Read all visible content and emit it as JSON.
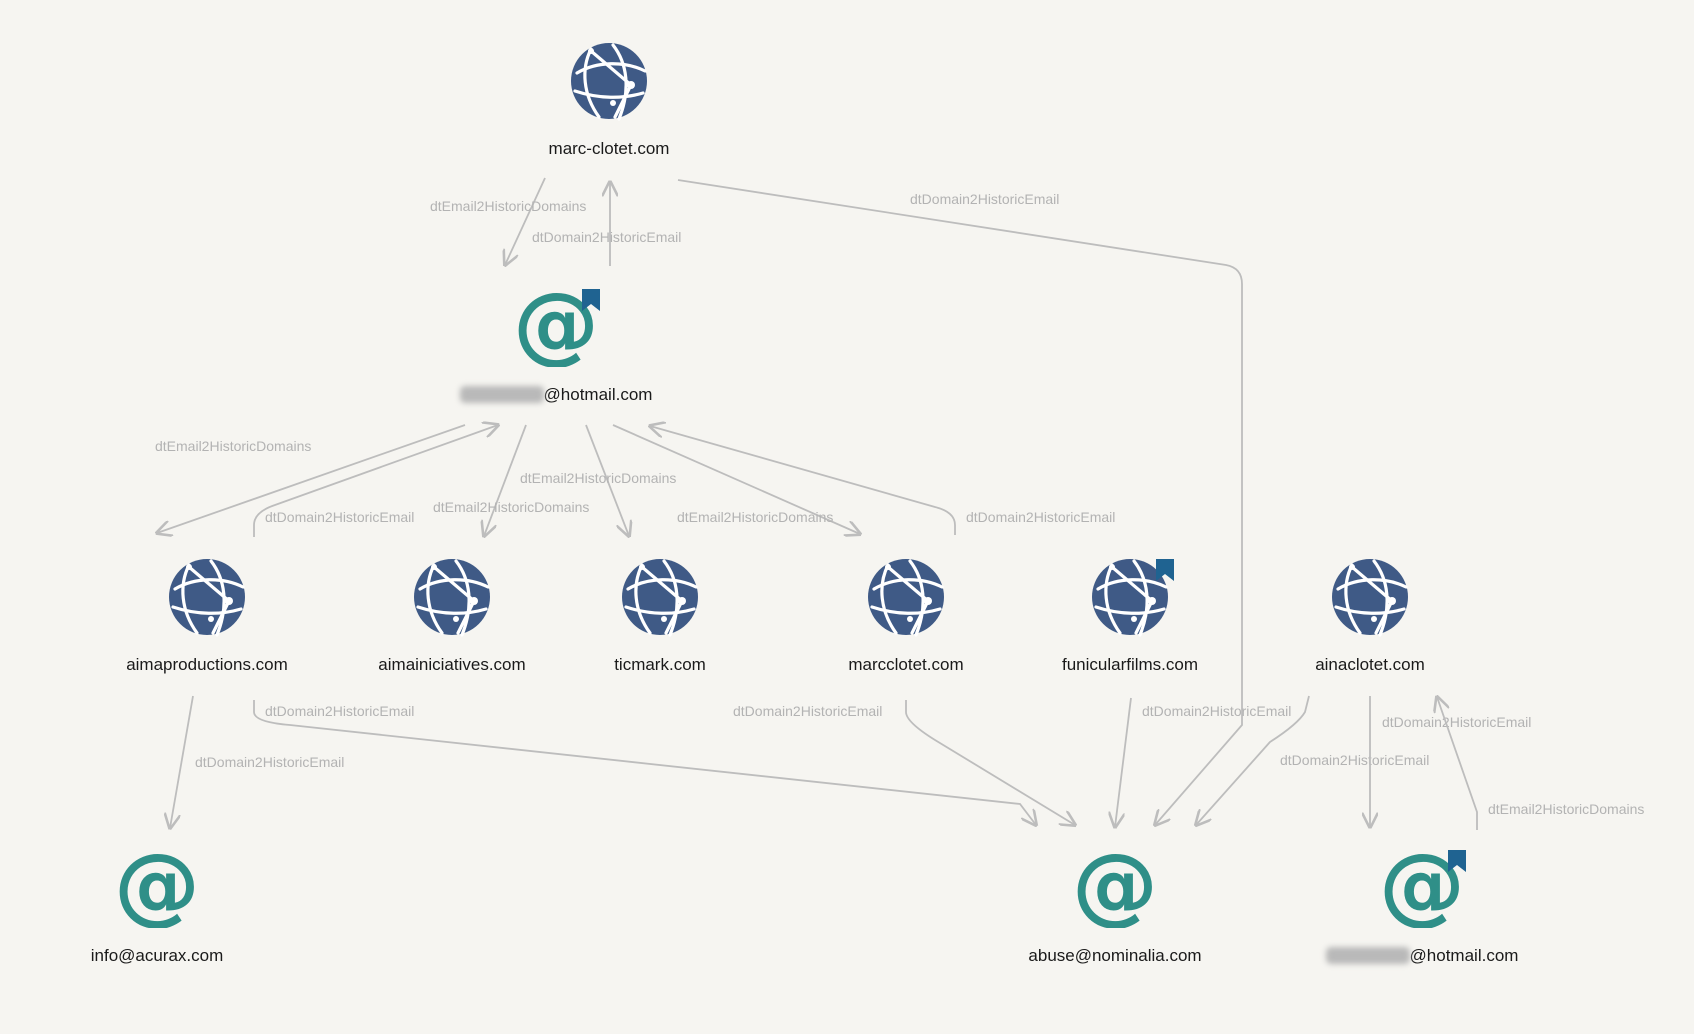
{
  "colors": {
    "globe": "#3f5a86",
    "at": "#2f8f88",
    "bookmark": "#1f6391",
    "edge": "#bdbdbd",
    "edge_label": "#b3b3b3"
  },
  "nodes": [
    {
      "id": "marc_clotet",
      "type": "domain",
      "icon": "globe-icon",
      "label": "marc-clotet.com"
    },
    {
      "id": "hotmail1",
      "type": "email",
      "icon": "at-icon",
      "label": "@hotmail.com",
      "redacted": true,
      "bookmarked": true
    },
    {
      "id": "aimaproductions",
      "type": "domain",
      "icon": "globe-icon",
      "label": "aimaproductions.com"
    },
    {
      "id": "aimainiciatives",
      "type": "domain",
      "icon": "globe-icon",
      "label": "aimainiciatives.com"
    },
    {
      "id": "ticmark",
      "type": "domain",
      "icon": "globe-icon",
      "label": "ticmark.com"
    },
    {
      "id": "marcclotet",
      "type": "domain",
      "icon": "globe-icon",
      "label": "marcclotet.com"
    },
    {
      "id": "funicularfilms",
      "type": "domain",
      "icon": "globe-icon",
      "label": "funicularfilms.com",
      "bookmarked": true
    },
    {
      "id": "ainaclotet",
      "type": "domain",
      "icon": "globe-icon",
      "label": "ainaclotet.com"
    },
    {
      "id": "acurax",
      "type": "email",
      "icon": "at-icon",
      "label": "info@acurax.com"
    },
    {
      "id": "nominalia",
      "type": "email",
      "icon": "at-icon",
      "label": "abuse@nominalia.com"
    },
    {
      "id": "hotmail2",
      "type": "email",
      "icon": "at-icon",
      "label": "@hotmail.com",
      "redacted": true,
      "bookmarked": true
    }
  ],
  "edges": [
    {
      "from": "marc_clotet",
      "to": "hotmail1",
      "label": "dtEmail2HistoricDomains"
    },
    {
      "from": "hotmail1",
      "to": "marc_clotet",
      "label": "dtDomain2HistoricEmail"
    },
    {
      "from": "marc_clotet",
      "to": "nominalia",
      "label": "dtDomain2HistoricEmail"
    },
    {
      "from": "hotmail1",
      "to": "aimaproductions",
      "label": "dtEmail2HistoricDomains"
    },
    {
      "from": "aimaproductions",
      "to": "hotmail1",
      "label": "dtDomain2HistoricEmail"
    },
    {
      "from": "hotmail1",
      "to": "aimainiciatives",
      "label": "dtEmail2HistoricDomains"
    },
    {
      "from": "hotmail1",
      "to": "ticmark",
      "label": "dtEmail2HistoricDomains"
    },
    {
      "from": "hotmail1",
      "to": "marcclotet",
      "label": "dtEmail2HistoricDomains"
    },
    {
      "from": "marcclotet",
      "to": "hotmail1",
      "label": "dtDomain2HistoricEmail"
    },
    {
      "from": "aimaproductions",
      "to": "acurax",
      "label": "dtDomain2HistoricEmail"
    },
    {
      "from": "aimaproductions",
      "to": "nominalia",
      "label": "dtDomain2HistoricEmail"
    },
    {
      "from": "marcclotet",
      "to": "nominalia",
      "label": "dtDomain2HistoricEmail"
    },
    {
      "from": "funicularfilms",
      "to": "nominalia",
      "label": "dtDomain2HistoricEmail"
    },
    {
      "from": "ainaclotet",
      "to": "nominalia",
      "label": "dtDomain2HistoricEmail"
    },
    {
      "from": "ainaclotet",
      "to": "hotmail2",
      "label": "dtDomain2HistoricEmail"
    },
    {
      "from": "hotmail2",
      "to": "ainaclotet",
      "label": "dtEmail2HistoricDomains"
    }
  ]
}
